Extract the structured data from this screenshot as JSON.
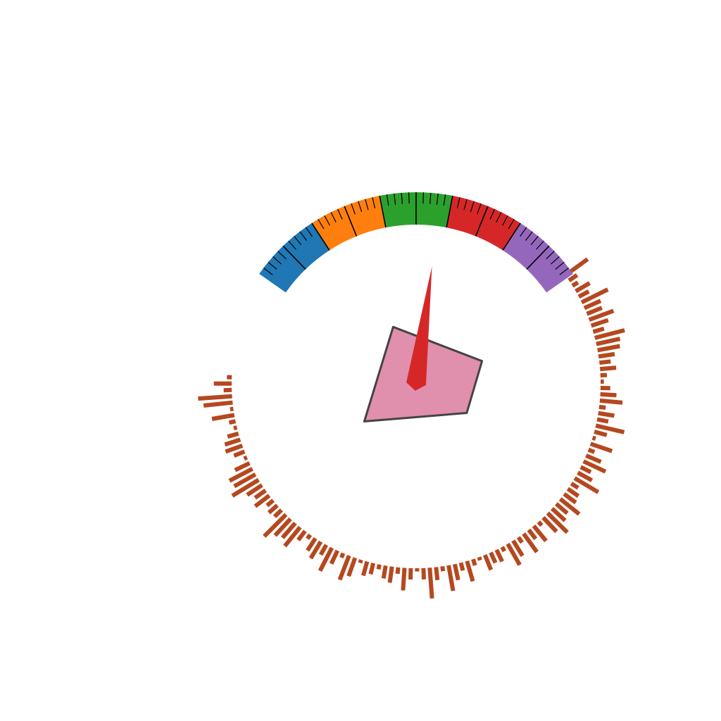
{
  "chart_data": {
    "type": "gauge",
    "gauge": {
      "min": 0,
      "max": 100,
      "value": 57,
      "needle_color": "#d62728",
      "bands": [
        {
          "from": 0,
          "to": 20,
          "color": "#1f77b4"
        },
        {
          "from": 20,
          "to": 40,
          "color": "#ff7f0e"
        },
        {
          "from": 40,
          "to": 60,
          "color": "#2ca02c"
        },
        {
          "from": 60,
          "to": 80,
          "color": "#d62728"
        },
        {
          "from": 80,
          "to": 100,
          "color": "#9467bd"
        }
      ],
      "major_tick_step": 10,
      "minor_tick_step": 2
    },
    "radar": {
      "fill_color": "#e08fac",
      "stroke_color": "#444444",
      "points": [
        {
          "angle_deg": 112,
          "value": 0.87
        },
        {
          "angle_deg": 19,
          "value": 0.99
        },
        {
          "angle_deg": 330,
          "value": 0.83
        },
        {
          "angle_deg": 216,
          "value": 0.91
        }
      ]
    },
    "radial_bars": {
      "color": "#b5481f",
      "start_deg": 178,
      "end_deg": 396,
      "values": [
        0.15,
        0.55,
        0.25,
        1.05,
        0.9,
        0.1,
        0.7,
        0.2,
        0.1,
        0.35,
        0.5,
        0.55,
        0.35,
        0.1,
        0.5,
        0.8,
        0.75,
        0.95,
        0.55,
        0.4,
        0.55,
        0.25,
        0.35,
        0.3,
        0.95,
        0.7,
        0.6,
        0.75,
        0.35,
        0.15,
        0.45,
        0.6,
        0.35,
        0.8,
        0.45,
        0.15,
        0.8,
        0.6,
        0.1,
        0.45,
        0.35,
        0.15,
        0.4,
        0.5,
        0.2,
        0.7,
        0.35,
        0.1,
        0.35,
        0.95,
        0.4,
        0.15,
        0.8,
        0.5,
        0.25,
        0.65,
        0.2,
        0.1,
        0.5,
        0.35,
        0.4,
        0.15,
        0.75,
        0.55,
        0.2,
        0.7,
        0.35,
        0.6,
        0.15,
        0.6,
        0.85,
        0.55,
        0.45,
        0.75,
        0.45,
        0.4,
        0.25,
        0.85,
        0.5,
        0.35,
        0.75,
        0.5,
        0.2,
        0.7,
        0.1,
        0.4,
        0.9,
        0.35,
        0.5,
        0.2,
        0.7,
        0.5,
        0.3,
        0.1,
        0.2,
        0.5,
        0.35,
        0.5,
        0.7,
        0.75,
        0.95,
        0.35,
        0.55,
        0.8,
        0.5,
        0.55,
        0.9,
        0.35,
        0.5,
        0.2,
        0.3,
        0.85
      ]
    }
  }
}
